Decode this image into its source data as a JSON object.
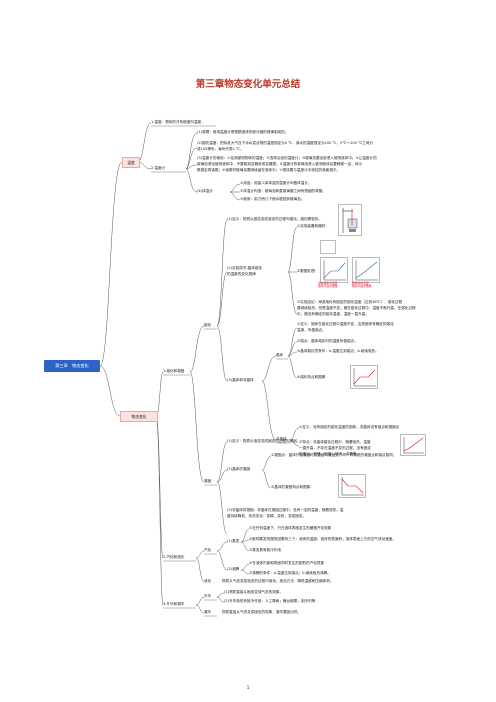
{
  "title": "第三章物态变化单元总结",
  "root": "第三章　物态变化",
  "nodes": {
    "wendu": "温度",
    "wutaibianhua": "物态变化",
    "n1": "1.温度：物体的冷热程度叫温度，",
    "n2": "2.温度计",
    "n2_1": "(1)原理：常用温度计是根据液体热胀冷缩的规律制成的。",
    "n2_2a": "(2)摄氏温度：把标准大气压下冰水混合物的温度规定为0 ℃，沸水的温度规定为100 ℃，0℃～100 ℃之间分",
    "n2_2b": "成100等份，每份代表1 ℃。",
    "n2_3a": "(3)温度计的使用：①估测被测物体的温度；②选择合适的温度计；③玻璃泡要全部浸入被测液体中；④让温度计的",
    "n2_3b": "玻璃泡浸没被测液体中，不要碰到容器底或容器壁；⑤温度计的玻璃泡浸入被测液体后要稍候一会，待示",
    "n2_3c": "数稳定再读数；⑥读数时玻璃泡要继续留在液体中；⑦视线要与温度计中液柱的液面相平。",
    "n2_4": "(4)体温计",
    "n2_4a": "①用途：测量人体体温的温度计叫做体温计。",
    "n2_4b": "②体温计构造：玻璃泡和直玻璃管之间有很细的弯管。",
    "n2_4c": "③使用：用力甩几下使水银回到玻璃泡。",
    "n3": "1.熔化和凝固",
    "rh": "熔化",
    "rh1": "(1)定义：物质从固态变成液态的过程叫熔化。熔化需吸热。",
    "rh2a": "(2)实验探究:晶体熔化",
    "rh2b": "的温度的变化规律",
    "rh2_1": "①实验装置和器材：",
    "rh2_2": "②数据处理：",
    "rh2_3a": "③实验结论：海波熔化有固定的熔化温度（达到48℃），熔化过程",
    "rh2_3b": "要继续吸热，但是温度不变；蜡在熔化过程中，温度不断升高，在熔化过程",
    "rh2_3c": "中，蜡没有确定的熔化温度，温度一直升高。",
    "rh3": "(3)晶体和非晶体",
    "jt": "晶体",
    "jt1a": "①定义：固体在熔化过程中温度不变，这类固体有确定的熔化",
    "jt1b": "温度，叫做熔点。",
    "jt2": "②熔点：晶体熔化时的温度叫做熔点。",
    "jt3": "③晶体熔化的条件：a.温度达到熔点；b.继续吸热。",
    "jt4": "④熔化特点和图像",
    "fjt": "非晶体",
    "fjt1": "①定义：没有固定的熔化温度的固体，非晶体没有熔点和凝固点",
    "fjt2a": "②特点：非晶体熔化过程中，随着吸热，温度",
    "fjt2b": "一直升高，不存在温度不变的过程，没有固定",
    "fjt2c": "的熔点；如蜡、松香、玻璃、沥青等。",
    "ng": "凝固",
    "ng1": "(1)定义：物质从液态变成固态的过程叫凝固。",
    "ng2": "(2)晶体的凝固",
    "ng2a": "①凝固点：晶体开始凝固时的温度叫凝固点，同一种物质的凝固点和熔点相同。",
    "ng2b": "②晶体的凝固特点和图象：",
    "ng3a": "(3)非晶体的凝固：非晶体在凝固过程中，没有一定的温度，随着放热，温",
    "ng3b": "度持续降低，状态变化：变稀，变软，变成固态。",
    "n4": "2.汽化和液化",
    "qh": "汽化",
    "zf": "(1)蒸发",
    "zf1": "①在任何温度下，只在液体表面发生的缓慢汽化现象",
    "zf2": "②影响蒸发快慢的因素有三个：液体的温度；液体的表面积；液体表面上方的空气流动速度。",
    "zf3": "③蒸发具有致冷作用",
    "ft": "(2)沸腾",
    "ft1": "①在液体内部和表面同时发生的剧烈的汽化现象",
    "ft2": "②沸腾的条件：a.温度达到沸点；b.继续吸热沸腾。",
    "yh_label": "液化",
    "yh": "物质从气态变成液态的过程叫液化；液化方法：降低温度和压缩体积。",
    "n5": "3.升华和凝华",
    "sh": "升华",
    "sh1": "(1)物质直接从固态变成气态的现象。",
    "sh2": "(2)升华吸热有致冷作用：人工降雨；舞台烟雾；制冷剂等",
    "nh": "凝华",
    "nh1": "物质直接从气态变成固态的现象，凝华要放出热。",
    "page": "1"
  },
  "chart_labels": {
    "c1a": "海波熔化时温度",
    "c1b": "随时间变化图像",
    "c2a": "蜡熔化时温度",
    "c2b": "随时间变化图像"
  }
}
